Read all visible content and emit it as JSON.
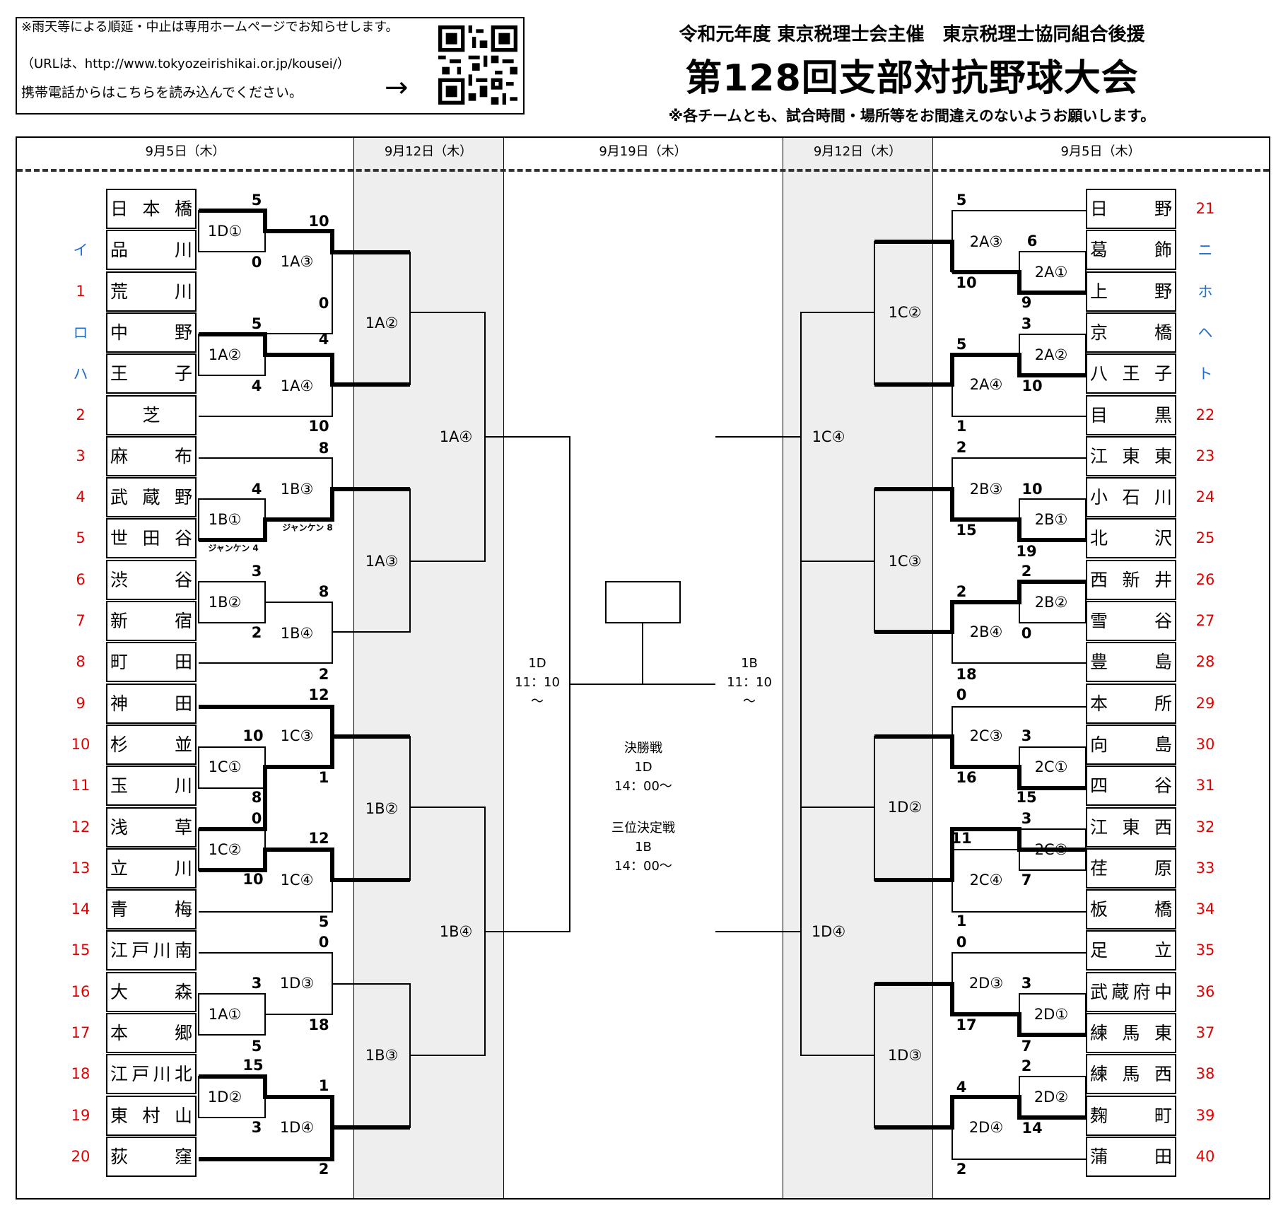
{
  "notice": {
    "line1": "※雨天等による順延・中止は専用ホームページでお知らせします。",
    "line2": "（URLは、http://www.tokyozeirishikai.or.jp/kousei/）",
    "line3": "携帯電話からはこちらを読み込んでください。",
    "arrow": "→"
  },
  "header": {
    "sponsor": "令和元年度 東京税理士会主催　東京税理士協同組合後援",
    "title": "第128回支部対抗野球大会",
    "note": "※各チームとも、試合時間・場所等をお間違えのないようお願いします。"
  },
  "dates": [
    "9月5日（木）",
    "9月12日（木）",
    "9月19日（木）",
    "9月12日（木）",
    "9月5日（木）"
  ],
  "left_teams": [
    {
      "name": "日 本 橋",
      "label": "",
      "lc": "red"
    },
    {
      "name": "品 川",
      "label": "イ",
      "lc": "blue"
    },
    {
      "name": "荒 川",
      "label": "1",
      "lc": "red"
    },
    {
      "name": "中 野",
      "label": "ロ",
      "lc": "blue"
    },
    {
      "name": "王 子",
      "label": "ハ",
      "lc": "blue"
    },
    {
      "name": "芝",
      "label": "2",
      "lc": "red"
    },
    {
      "name": "麻 布",
      "label": "3",
      "lc": "red"
    },
    {
      "name": "武 蔵 野",
      "label": "4",
      "lc": "red"
    },
    {
      "name": "世 田 谷",
      "label": "5",
      "lc": "red"
    },
    {
      "name": "渋 谷",
      "label": "6",
      "lc": "red"
    },
    {
      "name": "新 宿",
      "label": "7",
      "lc": "red"
    },
    {
      "name": "町 田",
      "label": "8",
      "lc": "red"
    },
    {
      "name": "神 田",
      "label": "9",
      "lc": "red"
    },
    {
      "name": "杉 並",
      "label": "10",
      "lc": "red"
    },
    {
      "name": "玉 川",
      "label": "11",
      "lc": "red"
    },
    {
      "name": "浅 草",
      "label": "12",
      "lc": "red"
    },
    {
      "name": "立 川",
      "label": "13",
      "lc": "red"
    },
    {
      "name": "青 梅",
      "label": "14",
      "lc": "red"
    },
    {
      "name": "江 戸 川 南",
      "label": "15",
      "lc": "red"
    },
    {
      "name": "大 森",
      "label": "16",
      "lc": "red"
    },
    {
      "name": "本 郷",
      "label": "17",
      "lc": "red"
    },
    {
      "name": "江 戸 川 北",
      "label": "18",
      "lc": "red"
    },
    {
      "name": "東 村 山",
      "label": "19",
      "lc": "red"
    },
    {
      "name": "荻 窪",
      "label": "20",
      "lc": "red"
    }
  ],
  "right_teams": [
    {
      "name": "日 野",
      "label": "21",
      "lc": "red"
    },
    {
      "name": "葛 飾",
      "label": "ニ",
      "lc": "blue"
    },
    {
      "name": "上 野",
      "label": "ホ",
      "lc": "blue"
    },
    {
      "name": "京 橋",
      "label": "ヘ",
      "lc": "blue"
    },
    {
      "name": "八 王 子",
      "label": "ト",
      "lc": "blue"
    },
    {
      "name": "目 黒",
      "label": "22",
      "lc": "red"
    },
    {
      "name": "江 東 東",
      "label": "23",
      "lc": "red"
    },
    {
      "name": "小 石 川",
      "label": "24",
      "lc": "red"
    },
    {
      "name": "北 沢",
      "label": "25",
      "lc": "red"
    },
    {
      "name": "西 新 井",
      "label": "26",
      "lc": "red"
    },
    {
      "name": "雪 谷",
      "label": "27",
      "lc": "red"
    },
    {
      "name": "豊 島",
      "label": "28",
      "lc": "red"
    },
    {
      "name": "本 所",
      "label": "29",
      "lc": "red"
    },
    {
      "name": "向 島",
      "label": "30",
      "lc": "red"
    },
    {
      "name": "四 谷",
      "label": "31",
      "lc": "red"
    },
    {
      "name": "江 東 西",
      "label": "32",
      "lc": "red"
    },
    {
      "name": "荏 原",
      "label": "33",
      "lc": "red"
    },
    {
      "name": "板 橋",
      "label": "34",
      "lc": "red"
    },
    {
      "name": "足 立",
      "label": "35",
      "lc": "red"
    },
    {
      "name": "武 蔵 府 中",
      "label": "36",
      "lc": "red"
    },
    {
      "name": "練 馬 東",
      "label": "37",
      "lc": "red"
    },
    {
      "name": "練 馬 西",
      "label": "38",
      "lc": "red"
    },
    {
      "name": "麹 町",
      "label": "39",
      "lc": "red"
    },
    {
      "name": "蒲 田",
      "label": "40",
      "lc": "red"
    }
  ],
  "scores": [
    "5",
    "10",
    "0",
    "1D①",
    "1A③",
    "0",
    "5",
    "4",
    "4",
    "1A②",
    "1A④",
    "10",
    "8",
    "4",
    "1B③",
    "1B①",
    "ジャンケン 8",
    "ジャンケン 4",
    "3",
    "8",
    "1B②",
    "2",
    "1B④",
    "2",
    "12",
    "10",
    "1C③",
    "1C①",
    "1",
    "8",
    "0",
    "12",
    "1C②",
    "10",
    "1C④",
    "5",
    "0",
    "3",
    "1D③",
    "1A①",
    "18",
    "5",
    "15",
    "1",
    "1D②",
    "3",
    "1D④",
    "2",
    "1A②",
    "1A③",
    "1A④",
    "1B②",
    "1B③",
    "1B④",
    "5",
    "2A③",
    "6",
    "2A①",
    "10",
    "9",
    "3",
    "5",
    "2A②",
    "2A④",
    "10",
    "1",
    "2",
    "2B③",
    "10",
    "2B①",
    "15",
    "19",
    "2",
    "2",
    "2B②",
    "2B④",
    "0",
    "18",
    "0",
    "2C③",
    "3",
    "2C①",
    "16",
    "15",
    "3",
    "11",
    "2C②",
    "2C④",
    "7",
    "1",
    "0",
    "2D③",
    "3",
    "2D①",
    "17",
    "7",
    "2",
    "4",
    "2D②",
    "2D④",
    "14",
    "2",
    "1C②",
    "1C③",
    "1C④",
    "1D②",
    "1D③",
    "1D④"
  ],
  "semi_left": {
    "line1": "1D",
    "line2": "11：10",
    "line3": "～"
  },
  "semi_right": {
    "line1": "1B",
    "line2": "11：10",
    "line3": "～"
  },
  "final": {
    "title": "決勝戦",
    "venue": "1D",
    "time": "14：00～"
  },
  "third": {
    "title": "三位決定戦",
    "venue": "1B",
    "time": "14：00～"
  }
}
